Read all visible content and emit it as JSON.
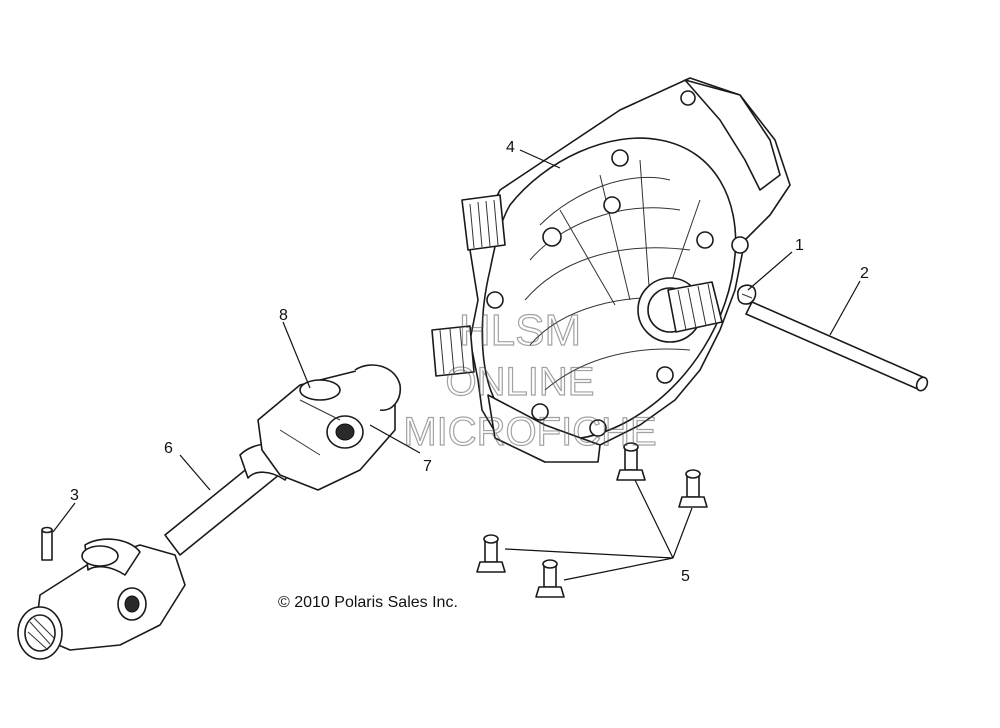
{
  "callouts": {
    "c1": "1",
    "c2": "2",
    "c3": "3",
    "c4": "4",
    "c5": "5",
    "c6": "6",
    "c7": "7",
    "c8": "8"
  },
  "copyright": "© 2010 Polaris Sales Inc.",
  "watermark": {
    "line1": "HLSM",
    "line2": "ONLINE",
    "line3": "MICROFICHE"
  }
}
